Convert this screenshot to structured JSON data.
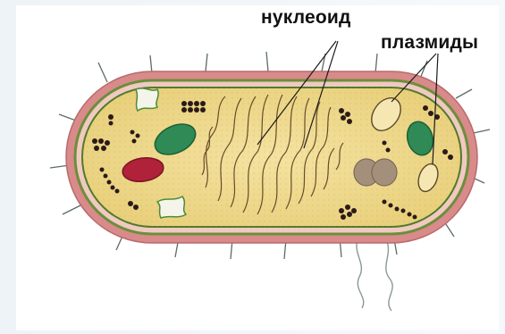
{
  "labels": {
    "nucleoid": "нуклеоид",
    "plasmids": "плазмиды"
  },
  "colors": {
    "capsule": "#d98a8a",
    "cell_wall": "#6b8f3a",
    "cytoplasm": "#efd98b",
    "chloroplast": "#2f8a55",
    "red_body": "#b0213a",
    "ribosome": "#2a1a18"
  },
  "icons": [
    "bacterial-cell-illustration"
  ]
}
